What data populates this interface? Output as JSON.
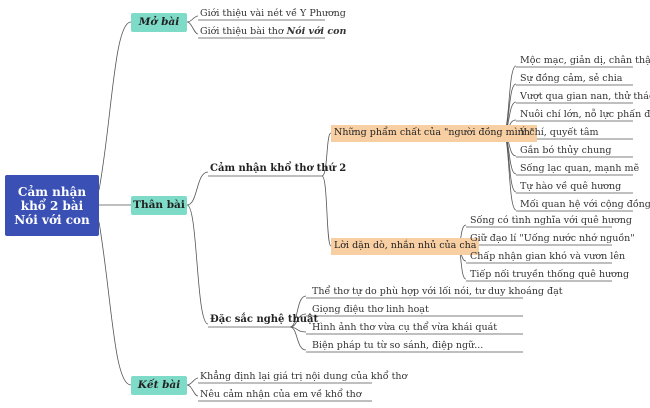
{
  "root": {
    "lines": [
      "Cảm nhận",
      "khổ 2 bài",
      "Nói với con"
    ]
  },
  "branches": {
    "mo_bai": {
      "label": "Mở bài",
      "items": [
        "Giới thiệu vài nét về Y Phương",
        "Giới thiệu bài thơ ",
        "Nói với con"
      ]
    },
    "than_bai": {
      "label": "Thân bài",
      "cam_nhan": {
        "label": "Cảm nhận khổ thơ thứ 2",
        "pham_chat": {
          "label": "Những phẩm chất của \"người đồng mình\"",
          "items": [
            "Mộc mạc, giản dị, chân thật",
            "Sự đồng cảm, sẻ chia",
            "Vượt qua gian nan, thử thách",
            "Nuôi chí lớn, nỗ lực phấn đấu",
            "Ý chí, quyết tâm",
            "Gắn bó thủy chung",
            "Sống lạc quan, mạnh mẽ",
            "Tự hào về quê hương",
            "Mối quan hệ với cộng đồng"
          ]
        },
        "loi_dan_do": {
          "label": "Lời dặn dò, nhắn nhủ của cha",
          "items": [
            "Sống có tình nghĩa với quê hương",
            "Giữ đạo lí \"Uống nước nhớ nguồn\"",
            "Chấp nhận gian khó và vươn lên",
            "Tiếp nối truyền thống quê hương"
          ]
        }
      },
      "dac_sac": {
        "label": "Đặc sắc nghệ thuật",
        "items": [
          "Thể thơ tự do phù hợp với lối nói, tư duy khoáng đạt",
          "Giọng điệu thơ linh hoạt",
          "Hình ảnh thơ vừa cụ thể vừa khái quát",
          "Biện pháp tu từ so sánh, điệp ngữ..."
        ]
      }
    },
    "ket_bai": {
      "label": "Kết bài",
      "items": [
        "Khẳng định lại giá trị nội dung của khổ thơ",
        "Nêu cảm nhận của em về khổ thơ"
      ]
    }
  },
  "colors": {
    "root": "#3a50b4",
    "branch": "#7ddbc7",
    "highlight": "#f8cfa2",
    "line": "#555555"
  }
}
